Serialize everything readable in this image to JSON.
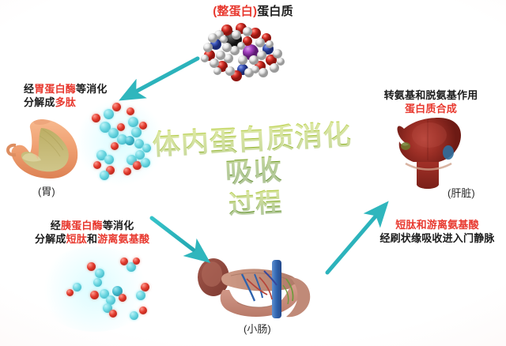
{
  "meta": {
    "accent_teal": "#2fb6bd",
    "accent_red": "#e8392f",
    "title_green_light": "#b7cf3a",
    "title_green_dark": "#4d7a1a",
    "background": "#ffffff"
  },
  "top_title": {
    "paren_open": "(",
    "highlight": "整蛋白",
    "paren_close": ")",
    "rest": "蛋白质",
    "full": "(整蛋白)蛋白质"
  },
  "center_title": {
    "line1": "体内蛋白质消化吸收",
    "line2": "过程",
    "full": "体内蛋白质消化吸收过程"
  },
  "annotations": [
    {
      "id": "stomach-digestion",
      "lines": [
        [
          {
            "text": "经",
            "color": "black"
          },
          {
            "text": "胃蛋白酶",
            "color": "red"
          },
          {
            "text": "等消化",
            "color": "black"
          }
        ],
        [
          {
            "text": "分解成",
            "color": "black"
          },
          {
            "text": "多肽",
            "color": "red"
          }
        ]
      ]
    },
    {
      "id": "pancreas-digestion",
      "lines": [
        [
          {
            "text": "经",
            "color": "black"
          },
          {
            "text": "胰蛋白酶",
            "color": "red"
          },
          {
            "text": "等消化",
            "color": "black"
          }
        ],
        [
          {
            "text": "分解成",
            "color": "black"
          },
          {
            "text": "短肽",
            "color": "red"
          },
          {
            "text": "和",
            "color": "black"
          },
          {
            "text": "游离氨基酸",
            "color": "red"
          }
        ]
      ]
    },
    {
      "id": "liver-metabolism",
      "lines": [
        [
          {
            "text": "转氨基和脱氨基作用",
            "color": "black"
          }
        ],
        [
          {
            "text": "蛋白质合成",
            "color": "red"
          }
        ]
      ]
    },
    {
      "id": "absorption",
      "lines": [
        [
          {
            "text": "短肽和游离氨基酸",
            "color": "red"
          }
        ],
        [
          {
            "text": "经刷状缘吸收进入门静脉",
            "color": "black"
          }
        ]
      ]
    }
  ],
  "organ_labels": {
    "stomach": "(胃)",
    "liver": "(肝脏)",
    "small_intestine": "(小肠)"
  },
  "figures": {
    "protein_molecule": "space-filling-protein-model",
    "stomach": "stomach-anatomy-illustration",
    "liver": "liver-anatomy-illustration",
    "intestine": "pancreas-duodenum-illustration",
    "peptide_cluster": "peptide-molecule-cluster",
    "amino_acid_cluster": "free-amino-acid-cluster"
  },
  "arrows": [
    {
      "id": "protein-to-stomach",
      "from": "protein-molecule",
      "to": "stomach",
      "color": "#2fb6bd"
    },
    {
      "id": "peptides-to-intestine",
      "from": "peptide-cluster",
      "to": "small-intestine",
      "color": "#2fb6bd"
    },
    {
      "id": "aminoacids-to-liver",
      "from": "small-intestine",
      "to": "liver",
      "color": "#2fb6bd"
    }
  ]
}
